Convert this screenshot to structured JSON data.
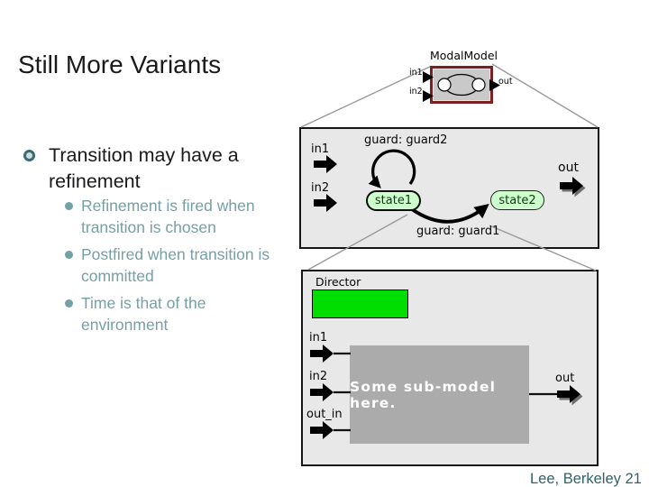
{
  "slide": {
    "title": "Still More Variants",
    "footer": "Lee, Berkeley 21"
  },
  "bullets": {
    "main": "Transition may have a refinement",
    "subs": [
      "Refinement is fired when transition is chosen",
      "Postfired when transition is committed",
      "Time is that of the environment"
    ]
  },
  "modal_icon": {
    "title": "ModalModel",
    "port_in1": "in1",
    "port_in2": "in2",
    "port_out": "out"
  },
  "fsm": {
    "port_in1": "in1",
    "port_in2": "in2",
    "port_out": "out",
    "loop_guard": "guard: guard2",
    "trans_guard": "guard: guard1",
    "state1": "state1",
    "state2": "state2"
  },
  "submodel": {
    "director": "Director",
    "port_in1": "in1",
    "port_in2": "in2",
    "port_out_in": "out_in",
    "port_out": "out",
    "box_text": "Some sub-model here."
  },
  "colors": {
    "accent_teal": "#75a0a6",
    "footer_teal": "#2e636b",
    "panel_bg": "#e8e8e8",
    "state_green": "#ccffcc",
    "director_green": "#00dd00",
    "icon_maroon": "#7a2121",
    "submodel_gray": "#ababab",
    "callout_gray": "#999999"
  }
}
